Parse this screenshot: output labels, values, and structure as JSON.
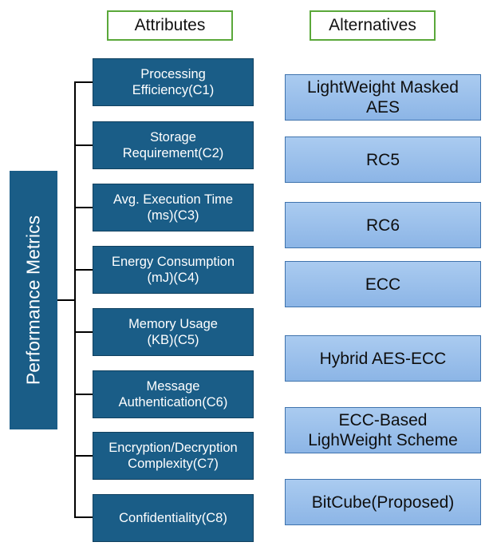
{
  "headers": {
    "attributes": "Attributes",
    "alternatives": "Alternatives"
  },
  "root": {
    "label": "Performance Metrics"
  },
  "attributes": [
    {
      "line1": "Processing",
      "line2": "Efficiency(C1)"
    },
    {
      "line1": "Storage",
      "line2": "Requirement(C2)"
    },
    {
      "line1": "Avg. Execution Time",
      "line2": "(ms)(C3)"
    },
    {
      "line1": "Energy Consumption",
      "line2": "(mJ)(C4)"
    },
    {
      "line1": "Memory Usage",
      "line2": "(KB)(C5)"
    },
    {
      "line1": "Message",
      "line2": "Authentication(C6)"
    },
    {
      "line1": "Encryption/Decryption",
      "line2": "Complexity(C7)"
    },
    {
      "line1": "Confidentiality(C8)",
      "line2": ""
    }
  ],
  "alternatives": [
    {
      "line1": "LightWeight Masked",
      "line2": "AES"
    },
    {
      "line1": "RC5",
      "line2": ""
    },
    {
      "line1": "RC6",
      "line2": ""
    },
    {
      "line1": "ECC",
      "line2": ""
    },
    {
      "line1": "Hybrid AES-ECC",
      "line2": ""
    },
    {
      "line1": "ECC-Based",
      "line2": "LighWeight Scheme"
    },
    {
      "line1": "BitCube(Proposed)",
      "line2": ""
    }
  ],
  "colors": {
    "attribute_fill": "#1a5d87",
    "alternative_fill": "#9ec2ec",
    "header_border": "#5aa83a",
    "connector": "#000000"
  }
}
